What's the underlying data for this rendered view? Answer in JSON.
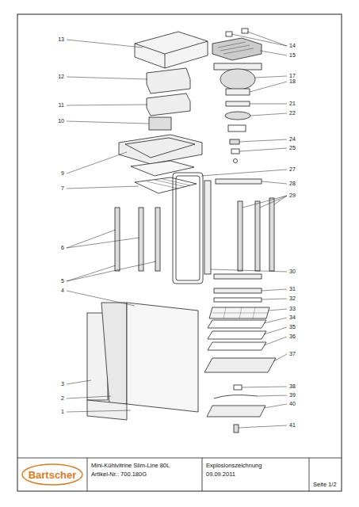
{
  "diagram": {
    "labels": [
      "13",
      "12",
      "11",
      "10",
      "9",
      "7",
      "6",
      "5",
      "4",
      "3",
      "2",
      "1",
      "14",
      "15",
      "17",
      "18",
      "21",
      "22",
      "24",
      "25",
      "27",
      "28",
      "29",
      "30",
      "31",
      "32",
      "33",
      "34",
      "35",
      "36",
      "37",
      "38",
      "39",
      "40",
      "41",
      "Bartscher",
      "Mini-Kühlvitrine Slim-Line 80L",
      "Artikel-Nr.: 700.180G",
      "Explosionszeichnung",
      "09.09.2011",
      "Seite 1/2"
    ]
  }
}
